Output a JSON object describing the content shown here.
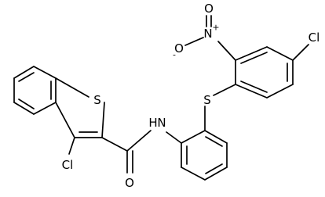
{
  "structure": {
    "atoms": {
      "s_thiophene": "S",
      "cl_thiophene": "Cl",
      "o_carbonyl": "O",
      "n_amide": "N",
      "h_amide": "H",
      "s_thioether": "S",
      "cl_aryl": "Cl",
      "n_nitro": "N",
      "n_nitro_charge": "+",
      "o_nitro_top": "O",
      "o_nitro_left": "O",
      "o_nitro_charge": "-"
    }
  }
}
